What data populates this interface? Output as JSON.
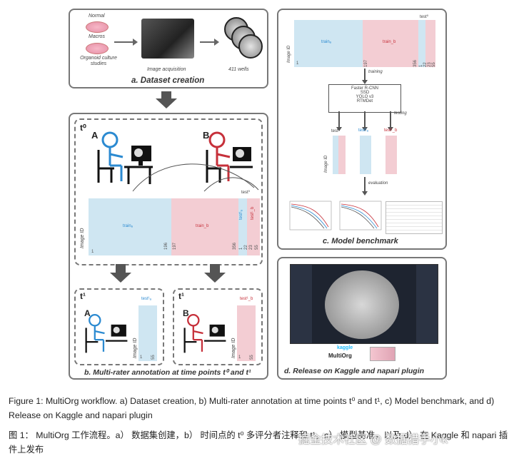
{
  "panel_a": {
    "title": "a. Dataset creation",
    "labels": [
      "Normal",
      "Macros",
      "Organoid culture studies"
    ],
    "image_acquisition": "Image acquisition",
    "wells": "411 wells"
  },
  "panel_b": {
    "title": "b. Multi-rater annotation at time points t⁰ and t¹",
    "t0": "t⁰",
    "t1": "t¹",
    "rater_a": "A",
    "rater_b": "B",
    "image_id": "Image ID",
    "train_a": "trainₐ",
    "train_b": "train_b",
    "test0": "test⁰",
    "test1a": "test¹ₐ",
    "test1b": "test¹_b",
    "ticks": [
      "1",
      "196",
      "197",
      "356",
      "1",
      "22",
      "23",
      "55"
    ],
    "tick_low": "1",
    "tick_high": "55"
  },
  "panel_c": {
    "title": "c. Model benchmark",
    "image_id": "Image ID",
    "train_a": "trainₐ",
    "train_b": "train_b",
    "test0": "test⁰",
    "ticks": [
      "1",
      "197",
      "356",
      "1",
      "22",
      "23",
      "55"
    ],
    "training": "training",
    "testing": "testing",
    "evaluation": "evaluation",
    "models": [
      "Faster R-CNN",
      "SSD",
      "YOLO v3",
      "RTMDet"
    ],
    "test_labels": [
      "test⁰",
      "test¹ₐ",
      "test¹_b"
    ]
  },
  "panel_d": {
    "title": "d. Release on Kaggle and napari plugin",
    "kaggle": "kaggle",
    "multiorg": "MultiOrg"
  },
  "caption": {
    "en": "Figure 1: MultiOrg workflow. a) Dataset creation, b) Multi-rater annotation at time points t⁰ and t¹, c) Model benchmark, and d) Release on Kaggle and napari plugin",
    "zh": "图 1： MultiOrg 工作流程。a） 数据集创建，b） 时间点的 t⁰ 多评分者注释和 t¹，c） 模型基准，以及 d） 在 Kaggle 和 napari 插件上发布",
    "watermark": "掘金技术社区 @ 数据猎手小k"
  }
}
